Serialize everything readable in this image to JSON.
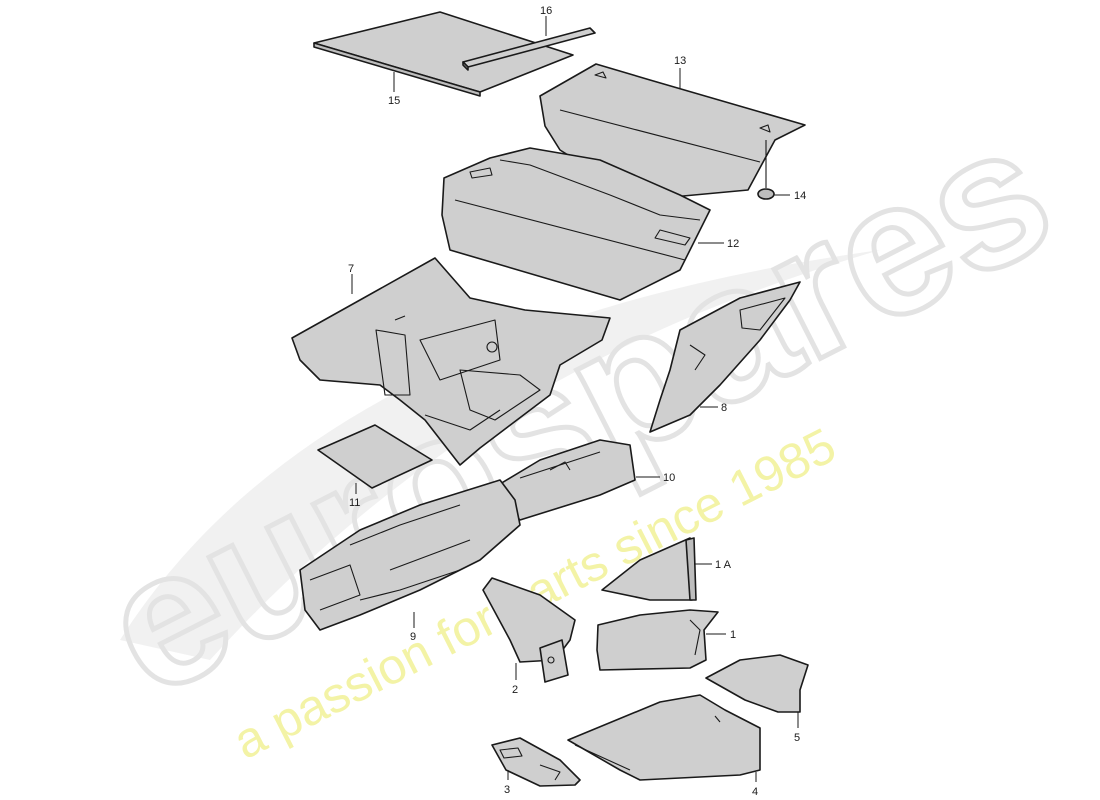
{
  "watermark": {
    "brand": "eurospares",
    "tagline": "a passion for parts since 1985"
  },
  "callouts": {
    "c1": "1",
    "c1a": "1 A",
    "c2": "2",
    "c3": "3",
    "c4": "4",
    "c5": "5",
    "c7": "7",
    "c8": "8",
    "c9": "9",
    "c10": "10",
    "c11": "11",
    "c12": "12",
    "c13": "13",
    "c14": "14",
    "c15": "15",
    "c16": "16"
  }
}
